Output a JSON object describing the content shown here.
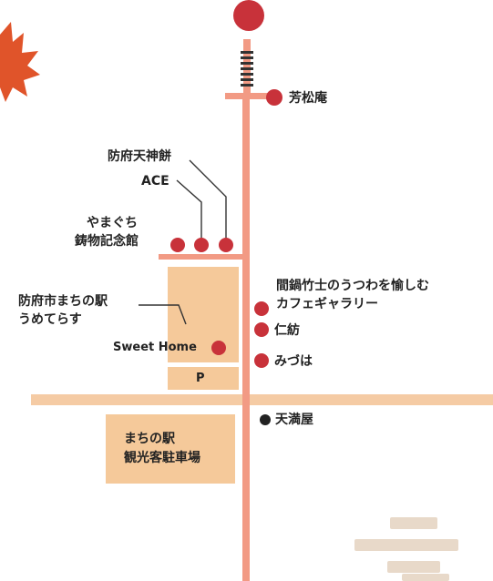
{
  "colors": {
    "main_road": "#f29a84",
    "cross_road": "#f5cba4",
    "block": "#f5c99a",
    "marker": "#c8323a",
    "line": "#333333",
    "leaf": "#e0542a",
    "cloud": "#e8d9c9"
  },
  "places": {
    "housyouan": "芳松庵",
    "tenjin_mochi": "防府天神餅",
    "ace": "ACE",
    "yamaguchi_1": "やまぐち",
    "yamaguchi_2": "鋳物記念館",
    "umeterasu_1": "防府市まちの駅",
    "umeterasu_2": "うめてらす",
    "sweet_home": "Sweet Home",
    "parking": "P",
    "gallery_1": "間鍋竹士のうつわを愉しむ",
    "gallery_2": "カフェギャラリー",
    "nibou": "仁紡",
    "mizuha": "みづは",
    "tenmanya": "天満屋",
    "kanko_1": "まちの駅",
    "kanko_2": "観光客駐車場"
  },
  "icons": {
    "leaf": "maple-leaf-icon",
    "cloud": "cloud-pattern-icon",
    "shrine": "shrine-marker-icon",
    "railway": "railway-icon"
  }
}
